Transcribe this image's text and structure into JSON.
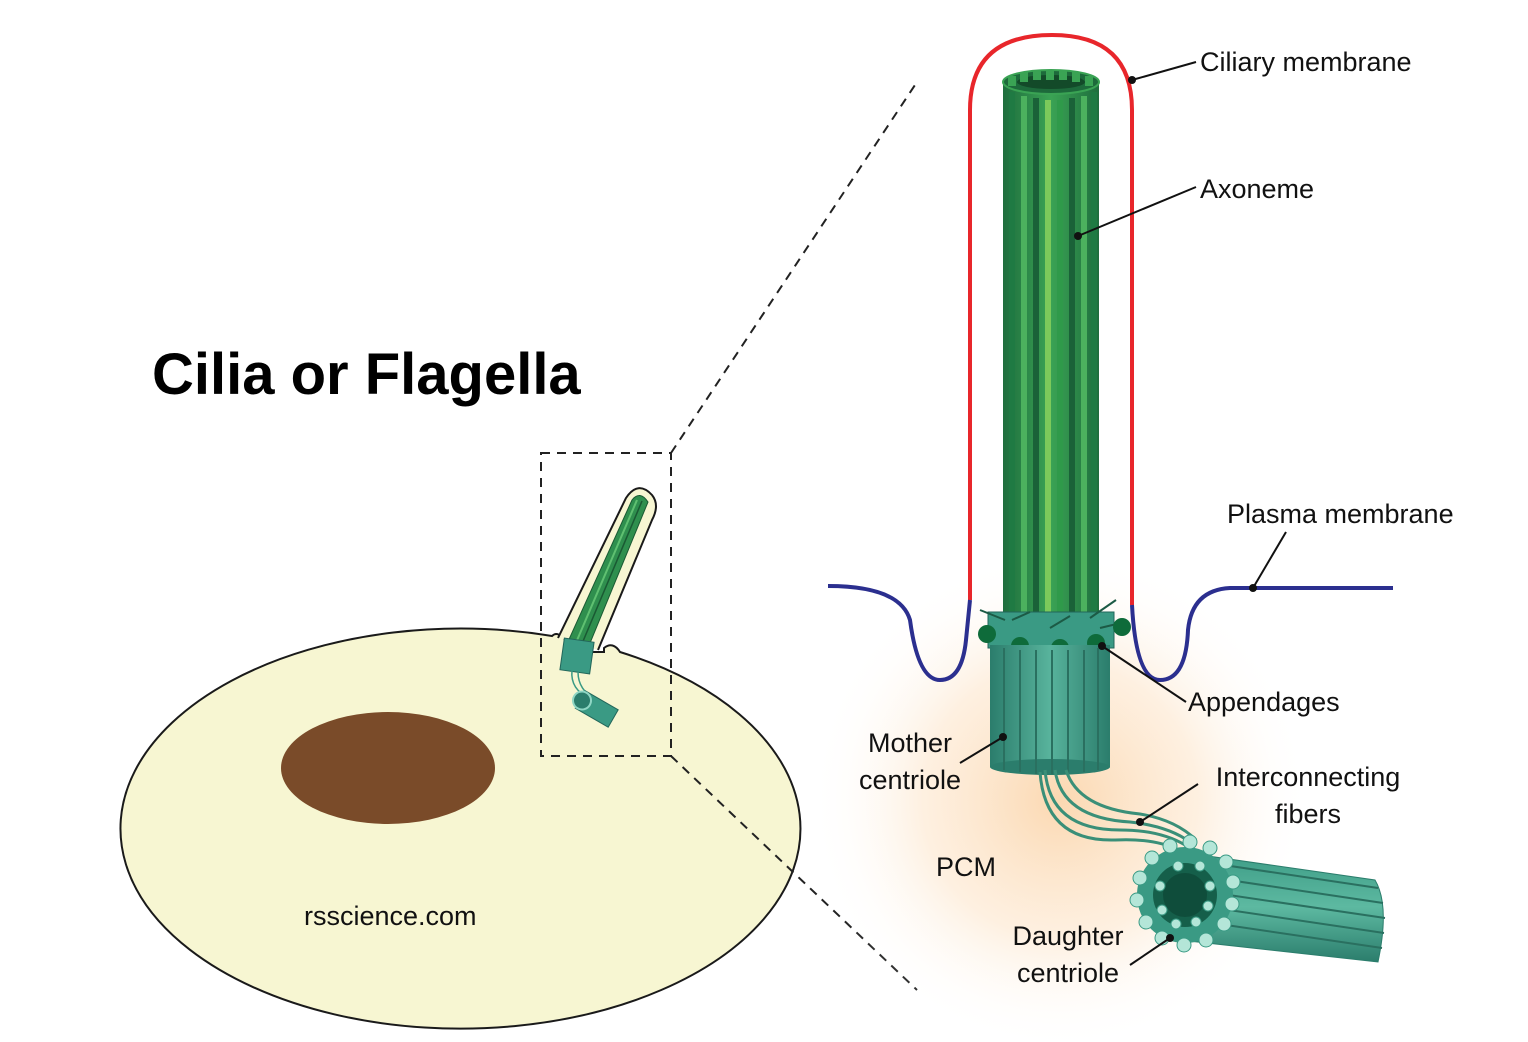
{
  "title": "Cilia or Flagella",
  "credit": "rsscience.com",
  "labels": {
    "ciliary_membrane": "Ciliary membrane",
    "axoneme": "Axoneme",
    "plasma_membrane": "Plasma membrane",
    "appendages": "Appendages",
    "mother_centriole": [
      "Mother",
      "centriole"
    ],
    "interconnecting_fibers": [
      "Interconnecting",
      "fibers"
    ],
    "pcm": "PCM",
    "daughter_centriole": [
      "Daughter",
      "centriole"
    ]
  },
  "colors": {
    "ciliary_membrane": "#e8262b",
    "plasma_membrane": "#2b2f8f",
    "cytoplasm": "#f7f6d2",
    "nucleus": "#7a4b29",
    "axoneme_green": "#2f9a4a",
    "centriole_teal": "#3a9a84",
    "pcm_glow": "#fbd9b4"
  }
}
